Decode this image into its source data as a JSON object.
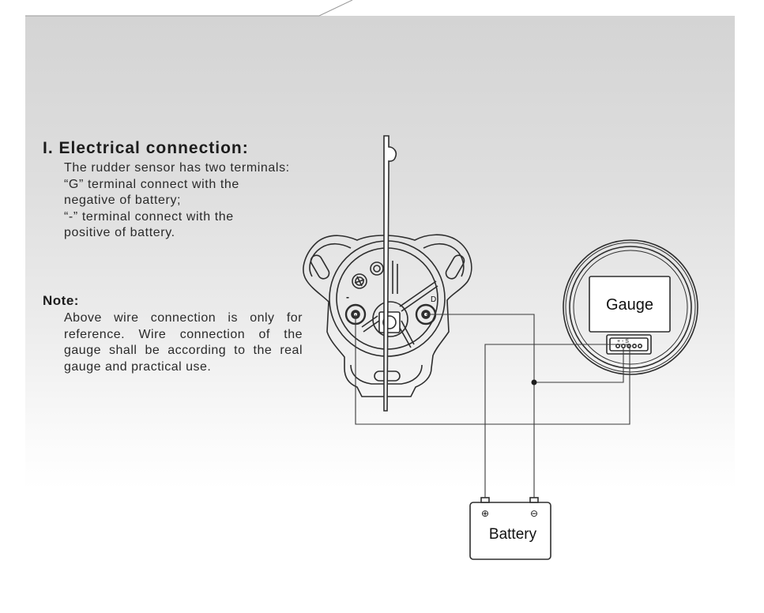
{
  "section": {
    "title": "I. Electrical connection:",
    "lines": [
      "The rudder sensor has two terminals:",
      "“G” terminal connect with the",
      "negative of battery;",
      "“-”  terminal connect with the",
      "positive of battery."
    ]
  },
  "note": {
    "title": "Note:",
    "text": "Above wire connection is only for reference. Wire connection of the gauge shall be according to the real gauge and practical use."
  },
  "diagram": {
    "gauge_label": "Gauge",
    "battery_label": "Battery",
    "battery_positive_symbol": "⊕",
    "battery_negative_symbol": "⊖",
    "gauge_terminal_symbols": "+ - S",
    "sensor_minus_symbol": "-",
    "sensor_g_symbol": "D",
    "wire_color": "#3a3a3a"
  }
}
